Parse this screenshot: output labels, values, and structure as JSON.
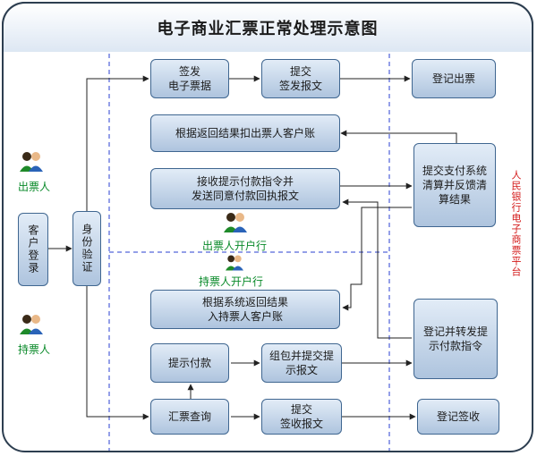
{
  "title": "电子商业汇票正常处理示意图",
  "actors": {
    "drawer": "出票人",
    "holder": "持票人",
    "drawer_bank": "出票人开户行",
    "holder_bank": "持票人开户行",
    "platform": "人民银行电子商票平台"
  },
  "boxes": {
    "customer_login": "客户登录",
    "identity_verify": "身份验证",
    "issue_note": "签发\n电子票据",
    "submit_issue_msg": "提交\n签发报文",
    "register_issue": "登记出票",
    "debit_drawer": "根据返回结果扣出票人客户账",
    "receive_payment_cmd": "接收提示付款指令并\n发送同意付款回执报文",
    "settlement": "提交支付系统\n清算并反馈清\n算结果",
    "credit_holder": "根据系统返回结果\n入持票人客户账",
    "register_forward": "登记并转发提\n示付款指令",
    "prompt_payment": "提示付款",
    "package_submit": "组包并提交提\n示报文",
    "note_query": "汇票查询",
    "submit_sign_msg": "提交\n签收报文",
    "register_sign": "登记签收"
  },
  "icons": {
    "drawer_icon": "people-icon",
    "holder_icon": "people-icon",
    "drawer_bank_icon": "people-icon",
    "holder_bank_icon": "people-icon"
  },
  "colors": {
    "actor_label": "#0a8a2a",
    "platform_label": "#d41c1c",
    "dashed_divider": "#2a3fd0",
    "box_fill_top": "#e2ecf7",
    "box_fill_bottom": "#aec4de",
    "box_border": "#3f6690"
  }
}
